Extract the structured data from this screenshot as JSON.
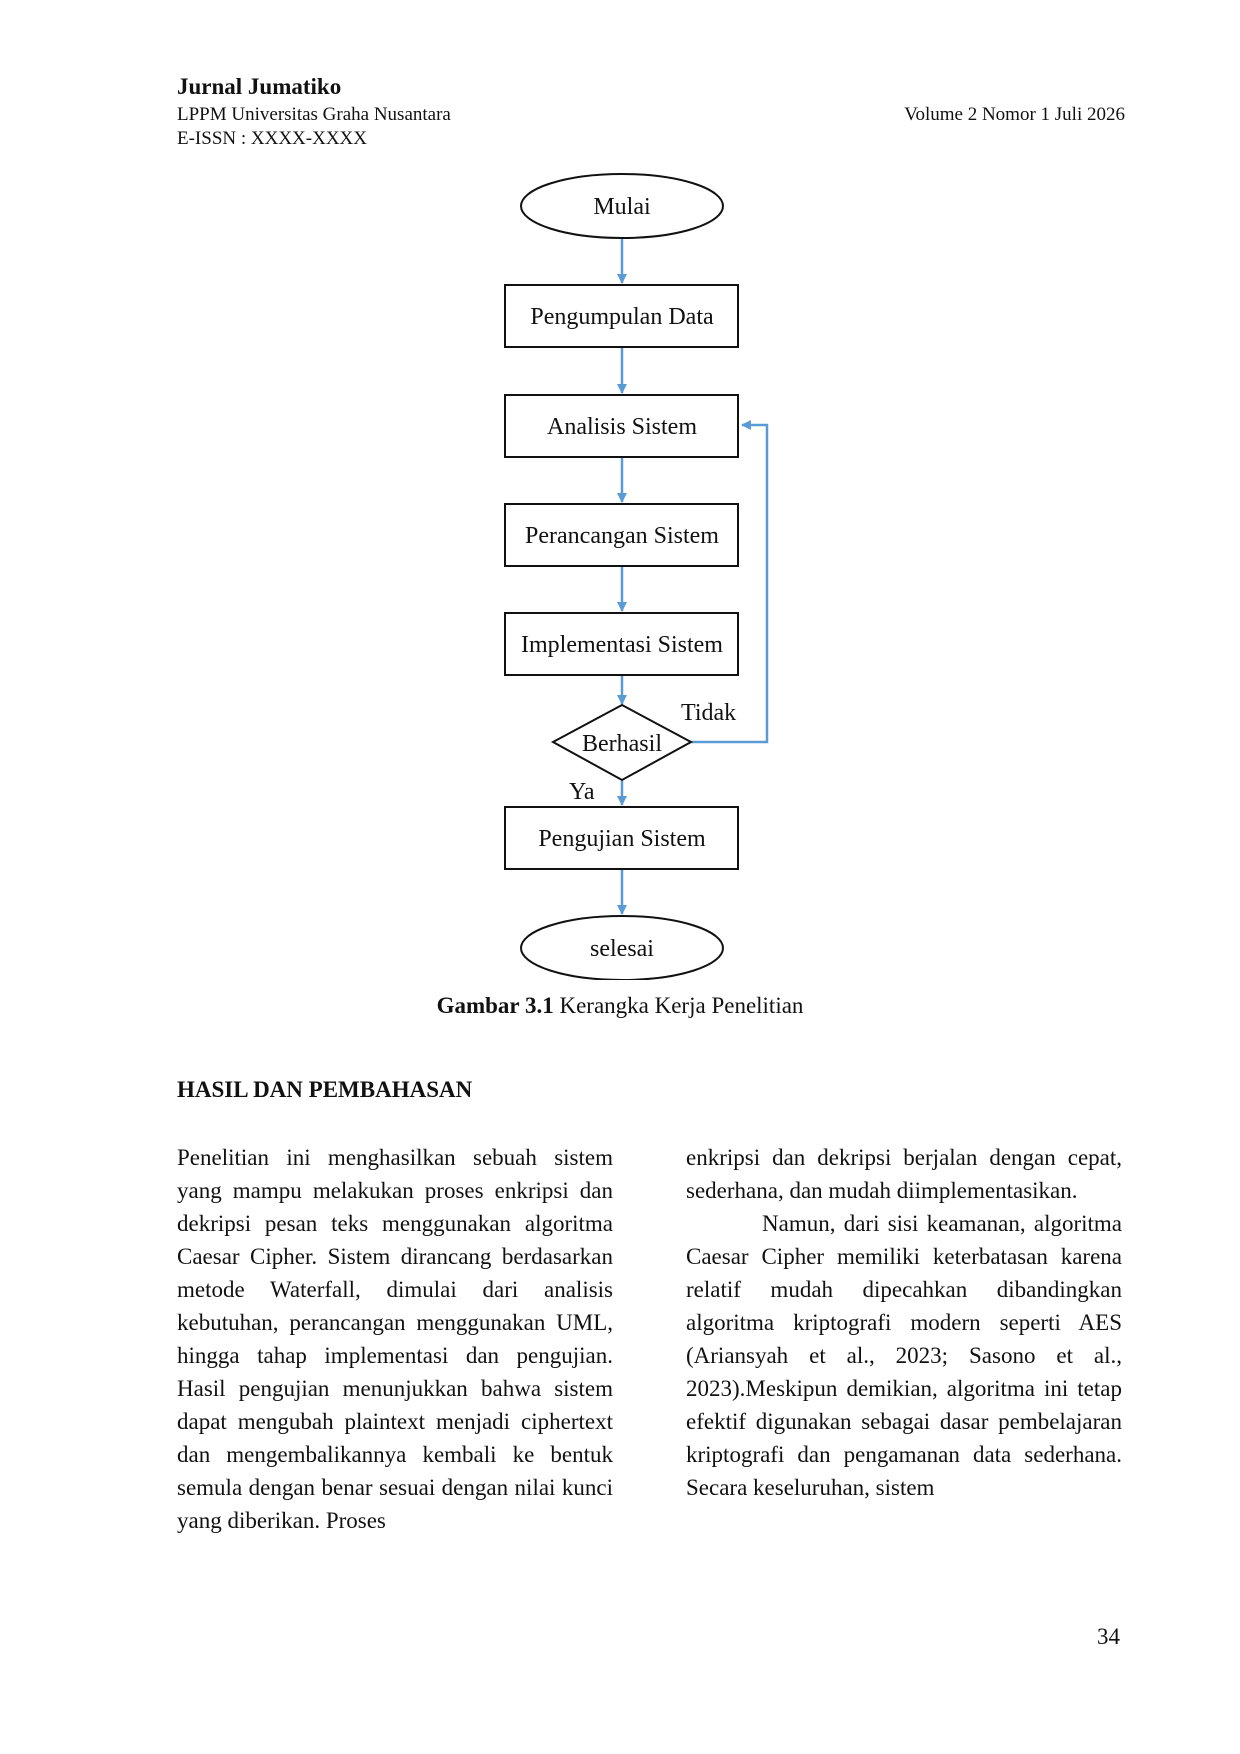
{
  "header": {
    "journal": "Jurnal Jumatiko",
    "publisher": "LPPM Universitas Graha Nusantara",
    "issn": "E-ISSN : XXXX-XXXX",
    "volume": "Volume 2  Nomor  1 Juli 2026"
  },
  "flowchart": {
    "start": "Mulai",
    "steps": [
      "Pengumpulan Data",
      "Analisis Sistem",
      "Perancangan Sistem",
      "Implementasi Sistem"
    ],
    "decision": "Berhasil",
    "no_label": "Tidak",
    "yes_label": "Ya",
    "test_step": "Pengujian Sistem",
    "end": "selesai",
    "arrow_color": "#5b9bd5"
  },
  "caption": {
    "label": "Gambar 3.1",
    "text": "Kerangka Kerja Penelitian"
  },
  "section": {
    "heading": "HASIL DAN PEMBAHASAN",
    "left_paragraph": "Penelitian ini menghasilkan sebuah sistem yang mampu melakukan proses enkripsi dan dekripsi pesan teks menggunakan algoritma Caesar Cipher. Sistem dirancang berdasarkan metode Waterfall, dimulai dari analisis kebutuhan, perancangan menggunakan UML, hingga tahap implementasi dan pengujian. Hasil pengujian menunjukkan bahwa sistem dapat mengubah plaintext menjadi ciphertext dan mengembalikannya kembali ke bentuk semula dengan benar sesuai dengan nilai kunci yang diberikan. Proses",
    "right_paragraph_1": "enkripsi dan dekripsi berjalan dengan cepat, sederhana, dan mudah diimplementasikan.",
    "right_paragraph_2": "Namun, dari sisi keamanan, algoritma Caesar Cipher memiliki keterbatasan karena relatif mudah dipecahkan dibandingkan algoritma kriptografi modern seperti AES (Ariansyah et al., 2023; Sasono et al., 2023).Meskipun demikian, algoritma ini tetap efektif digunakan sebagai dasar pembelajaran kriptografi dan pengamanan data sederhana. Secara keseluruhan, sistem"
  },
  "page_number": "34"
}
